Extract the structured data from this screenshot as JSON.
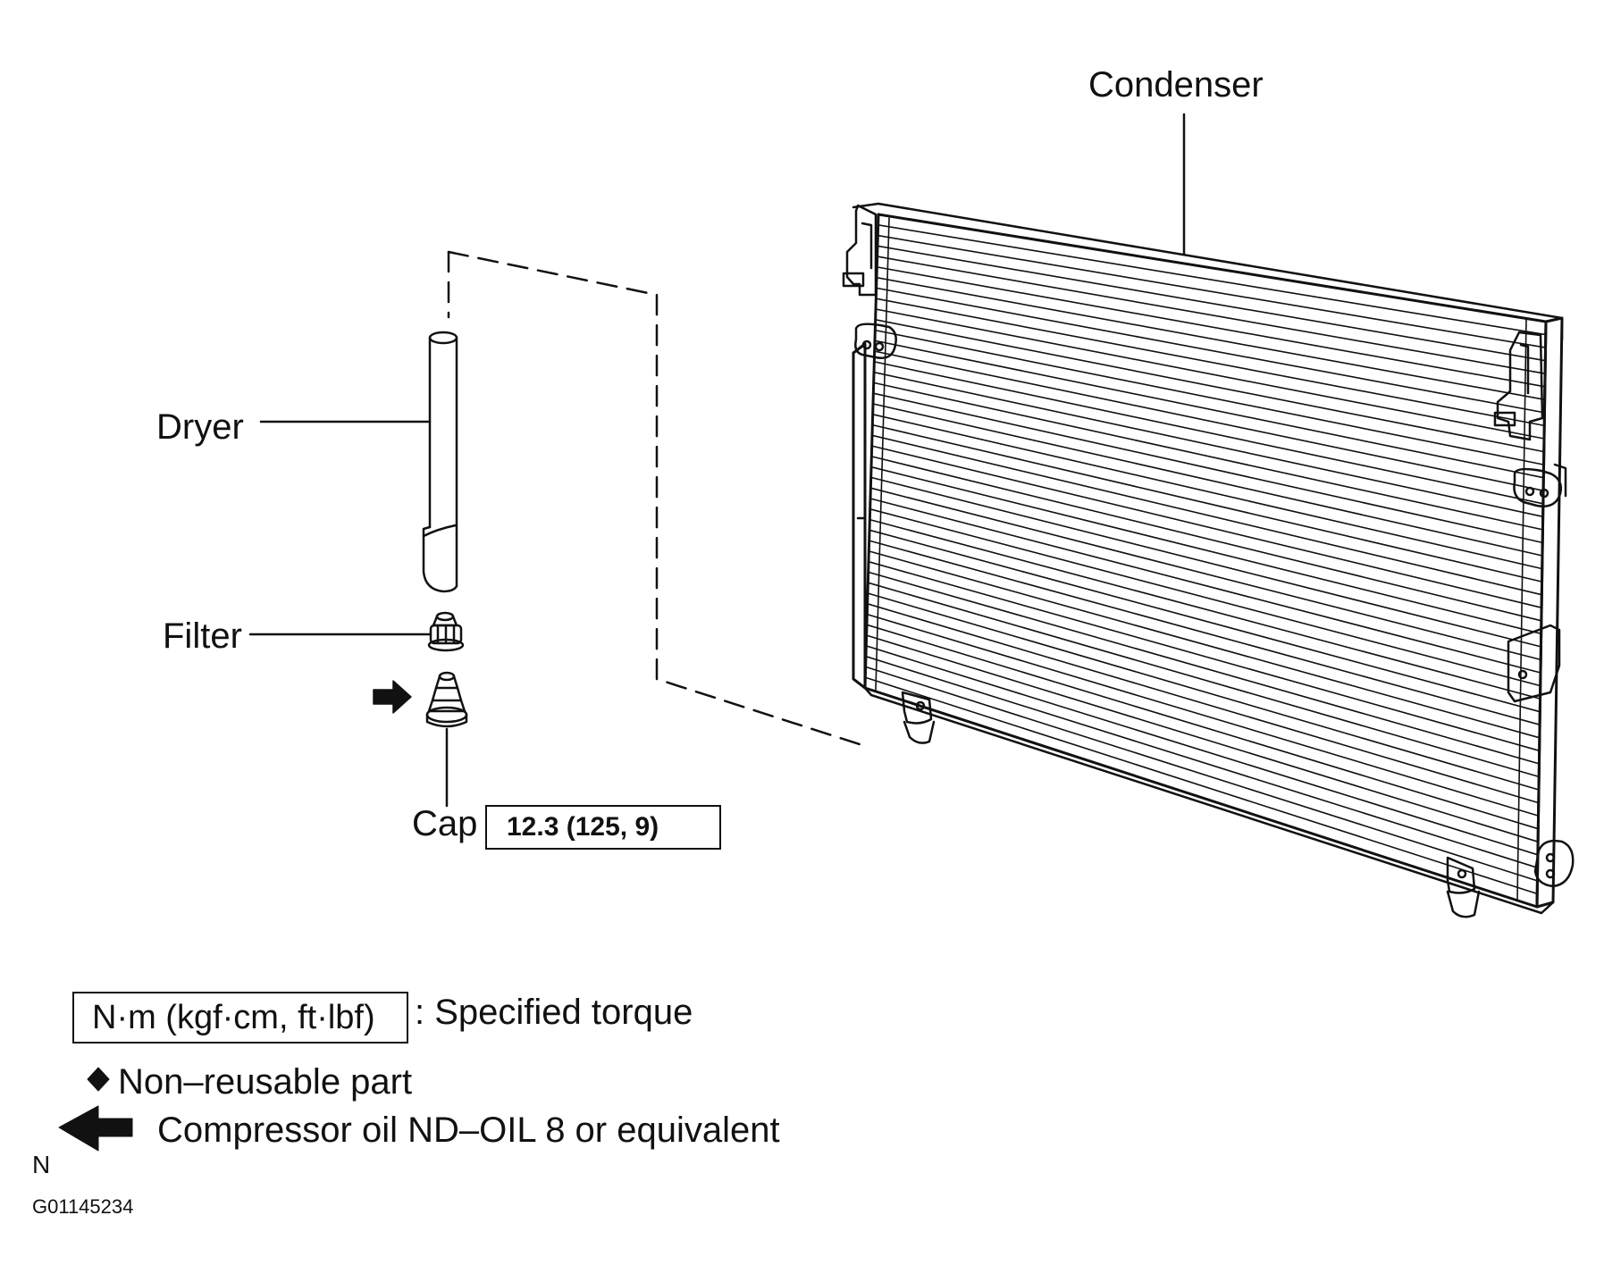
{
  "labels": {
    "condenser": "Condenser",
    "dryer": "Dryer",
    "filter": "Filter",
    "cap": "Cap",
    "cap_torque": "12.3 (125, 9)"
  },
  "legend": {
    "torque_unit": "N·m (kgf·cm, ft·lbf)",
    "torque_desc": ": Specified torque",
    "non_reusable": "Non–reusable part",
    "compressor_oil": "Compressor oil ND–OIL 8 or equivalent"
  },
  "orientation_mark": "N",
  "figure_id": "G01145234",
  "colors": {
    "ink": "#111111",
    "background": "#ffffff"
  }
}
